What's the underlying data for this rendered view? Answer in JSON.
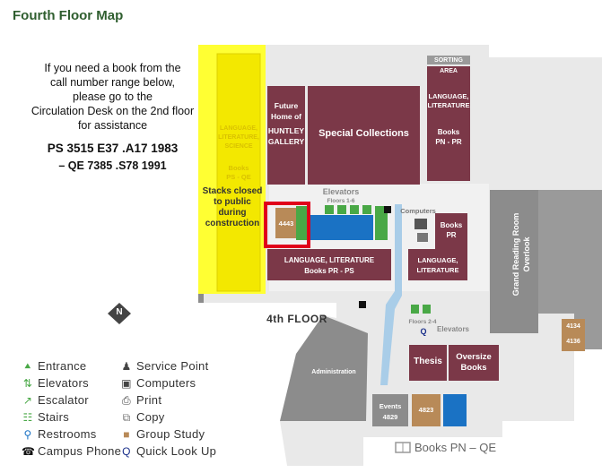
{
  "title": "Fourth Floor Map",
  "notice": {
    "lines": [
      "If you need a book from the",
      "call number range below,",
      "please go to the",
      "Circulation Desk on the 2nd floor",
      "for assistance"
    ],
    "range_start": "PS 3515 E37 .A17 1983",
    "range_end": "– QE 7385 .S78 1991"
  },
  "colors": {
    "maroon": "#7b3848",
    "yellow": "#ffff33",
    "gray_wall": "#8c8c8c",
    "blue_restroom": "#1a72c4",
    "green_stairs": "#49a846",
    "tan_group": "#b88a58",
    "highlight": "#e0001a"
  },
  "map": {
    "floor_label": "4th FLOOR",
    "sorting_area": "SORTING AREA",
    "closed_stacks": {
      "line1": "LANGUAGE,",
      "line2": "LITERATURE,",
      "line3": "SCIENCE",
      "books1": "Books",
      "books2": "PS - QE",
      "notice1": "Stacks closed",
      "notice2": "to public",
      "notice3": "during",
      "notice4": "construction"
    },
    "huntley": {
      "l1": "Future",
      "l2": "Home of",
      "l3": "HUNTLEY",
      "l4": "GALLERY"
    },
    "special_collections": "Special Collections",
    "ne_block": {
      "l1": "LANGUAGE,",
      "l2": "LITERATURE",
      "b1": "Books",
      "b2": "PN - PR"
    },
    "elevators_top": {
      "label": "Elevators",
      "sub": "Floors 1-6"
    },
    "room_4443": "4443",
    "computers": "Computers",
    "books_pr": {
      "l1": "Books",
      "l2": "PR"
    },
    "lang_lit_right": {
      "l1": "LANGUAGE,",
      "l2": "LITERATURE"
    },
    "lang_lit_bottom": {
      "l1": "LANGUAGE, LITERATURE",
      "l2": "Books   PR - PS"
    },
    "grand_reading": {
      "l1": "Grand Reading Room",
      "l2": "Overlook"
    },
    "elevators_bottom": {
      "label": "Elevators",
      "floors": "Floors 2-4"
    },
    "administration": "Administration",
    "thesis": "Thesis",
    "oversize": {
      "l1": "Oversize",
      "l2": "Books"
    },
    "room_4134": "4134",
    "room_4136": "4136",
    "events": {
      "l1": "Events",
      "l2": "4829"
    },
    "room_4823": "4823",
    "books_pn_qe": "Books PN – QE",
    "north": "N",
    "quick_look": "Q"
  },
  "legend": [
    {
      "icon": "entrance-icon",
      "glyph": "⯅",
      "color": "#49a846",
      "label": "Entrance"
    },
    {
      "icon": "service-point-icon",
      "glyph": "♟",
      "color": "#444444",
      "label": "Service Point"
    },
    {
      "icon": "elevators-icon",
      "glyph": "⇅",
      "color": "#49a846",
      "label": "Elevators"
    },
    {
      "icon": "computers-icon",
      "glyph": "▣",
      "color": "#444444",
      "label": "Computers"
    },
    {
      "icon": "escalator-icon",
      "glyph": "↗",
      "color": "#49a846",
      "label": "Escalator"
    },
    {
      "icon": "print-icon",
      "glyph": "⎙",
      "color": "#444444",
      "label": "Print"
    },
    {
      "icon": "stairs-icon",
      "glyph": "☷",
      "color": "#49a846",
      "label": "Stairs"
    },
    {
      "icon": "copy-icon",
      "glyph": "⧉",
      "color": "#777777",
      "label": "Copy"
    },
    {
      "icon": "restrooms-icon",
      "glyph": "⚲",
      "color": "#1a72c4",
      "label": "Restrooms"
    },
    {
      "icon": "group-study-icon",
      "glyph": "■",
      "color": "#b88a58",
      "label": "Group Study"
    },
    {
      "icon": "campus-phone-icon",
      "glyph": "☎",
      "color": "#111111",
      "label": "Campus Phone"
    },
    {
      "icon": "quick-look-up-icon",
      "glyph": "Q",
      "color": "#1a2f8a",
      "label": "Quick Look Up"
    }
  ]
}
